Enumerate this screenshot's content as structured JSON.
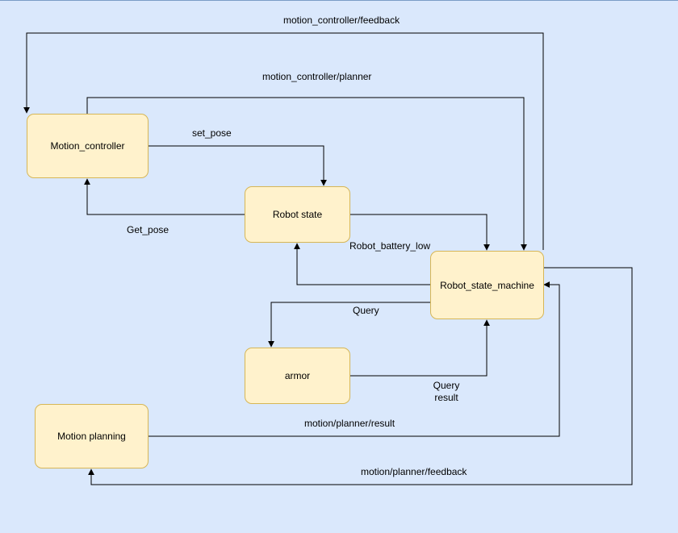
{
  "nodes": {
    "motion_controller": "Motion_controller",
    "robot_state": "Robot state",
    "robot_state_machine": "Robot_state_machine",
    "armor": "armor",
    "motion_planning": "Motion planning"
  },
  "edges": {
    "controller_feedback": "motion_controller/feedback",
    "controller_planner": "motion_controller/planner",
    "set_pose": "set_pose",
    "get_pose": "Get_pose",
    "battery_low": "Robot_battery_low",
    "query": "Query",
    "query_result_1": "Query",
    "query_result_2": "result",
    "planner_result": "motion/planner/result",
    "planner_feedback": "motion/planner/feedback"
  },
  "colors": {
    "background": "#dae8fc",
    "node_fill": "#fff2cc",
    "node_border": "#d6b656",
    "wire": "#000000"
  }
}
